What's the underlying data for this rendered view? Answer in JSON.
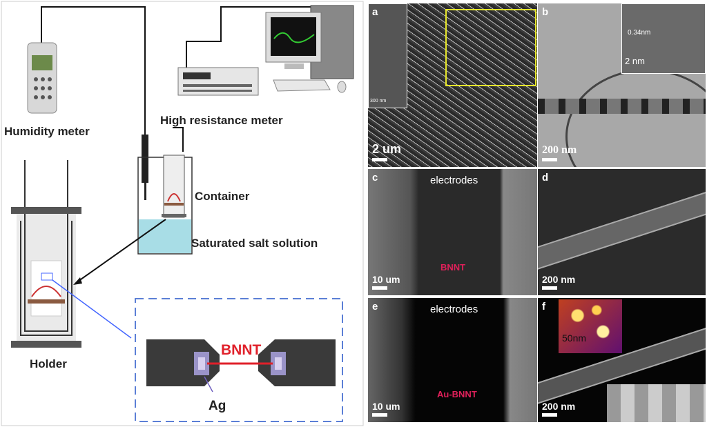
{
  "left": {
    "humidity_meter": "Humidity meter",
    "high_resistance_meter": "High resistance meter",
    "container": "Container",
    "salt_solution": "Saturated salt solution",
    "holder": "Holder",
    "bnnt": "BNNT",
    "ag": "Ag"
  },
  "right": {
    "a": {
      "label": "a",
      "scale": "2 um",
      "inset_scale": "300 nm"
    },
    "b": {
      "label": "b",
      "scale": "200 nm",
      "inset_scale": "2 nm",
      "spacing": "0.34nm"
    },
    "c": {
      "label": "c",
      "scale": "10 um",
      "electrodes": "electrodes",
      "target": "BNNT"
    },
    "d": {
      "label": "d",
      "scale": "200 nm"
    },
    "e": {
      "label": "e",
      "scale": "10 um",
      "electrodes": "electrodes",
      "target": "Au-BNNT"
    },
    "f": {
      "label": "f",
      "scale": "200 nm",
      "inset_scale": "50nm"
    }
  },
  "colors": {
    "bnnt_red": "#e0202a",
    "dash_blue": "#5b7fd6",
    "solution": "#a8dde6"
  }
}
